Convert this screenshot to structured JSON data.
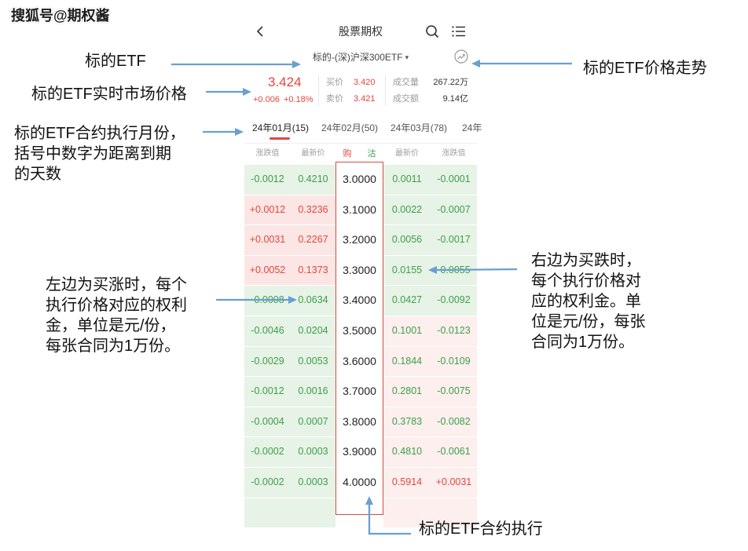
{
  "watermark": "搜狐号@期权酱",
  "header": {
    "back_icon": "chevron-left-icon",
    "title": "股票期权",
    "search_icon": "search-icon",
    "menu_icon": "list-icon"
  },
  "underlying": {
    "selector_label": "标的-(深)沪深300ETF",
    "dropdown_glyph": "▾",
    "trend_icon": "trend-chart-icon"
  },
  "quote": {
    "price": "3.424",
    "change": "+0.006",
    "change_pct": "+0.18%",
    "bid_label": "买价",
    "bid": "3.420",
    "ask_label": "卖价",
    "ask": "3.421",
    "volume_label": "成交量",
    "volume": "267.22万",
    "turnover_label": "成交额",
    "turnover": "9.14亿"
  },
  "months": [
    {
      "label": "24年01月(15)",
      "active": true
    },
    {
      "label": "24年02月(50)",
      "active": false
    },
    {
      "label": "24年03月(78)",
      "active": false
    },
    {
      "label": "24年",
      "active": false
    }
  ],
  "columns": {
    "call_change": "涨跌值",
    "call_last": "最新价",
    "call": "购",
    "put": "沽",
    "put_last": "最新价",
    "put_change": "涨跌值"
  },
  "rows": [
    {
      "call_change": "-0.0012",
      "call_last": "0.4210",
      "strike": "3.0000",
      "put_last": "0.0011",
      "put_change": "-0.0001",
      "call_bg": "#e6f3e6",
      "put_bg": "#e6f3e6"
    },
    {
      "call_change": "+0.0012",
      "call_last": "0.3236",
      "strike": "3.1000",
      "put_last": "0.0022",
      "put_change": "-0.0007",
      "call_bg": "#fbe6e5",
      "put_bg": "#e6f3e6"
    },
    {
      "call_change": "+0.0031",
      "call_last": "0.2267",
      "strike": "3.2000",
      "put_last": "0.0056",
      "put_change": "-0.0017",
      "call_bg": "#fbe6e5",
      "put_bg": "#e6f3e6"
    },
    {
      "call_change": "+0.0052",
      "call_last": "0.1373",
      "strike": "3.3000",
      "put_last": "0.0155",
      "put_change": "-0.0055",
      "call_bg": "#fbe6e5",
      "put_bg": "#e6f3e6"
    },
    {
      "call_change": "-0.0008",
      "call_last": "0.0634",
      "strike": "3.4000",
      "put_last": "0.0427",
      "put_change": "-0.0092",
      "call_bg": "#e6f3e6",
      "put_bg": "#e6f3e6"
    },
    {
      "call_change": "-0.0046",
      "call_last": "0.0204",
      "strike": "3.5000",
      "put_last": "0.1001",
      "put_change": "-0.0123",
      "call_bg": "#e6f3e6",
      "put_bg": "#fcefee"
    },
    {
      "call_change": "-0.0029",
      "call_last": "0.0053",
      "strike": "3.6000",
      "put_last": "0.1844",
      "put_change": "-0.0109",
      "call_bg": "#e6f3e6",
      "put_bg": "#fcefee"
    },
    {
      "call_change": "-0.0012",
      "call_last": "0.0016",
      "strike": "3.7000",
      "put_last": "0.2801",
      "put_change": "-0.0075",
      "call_bg": "#e6f3e6",
      "put_bg": "#fcefee"
    },
    {
      "call_change": "-0.0004",
      "call_last": "0.0007",
      "strike": "3.8000",
      "put_last": "0.3783",
      "put_change": "-0.0082",
      "call_bg": "#e6f3e6",
      "put_bg": "#fcefee"
    },
    {
      "call_change": "-0.0002",
      "call_last": "0.0003",
      "strike": "3.9000",
      "put_last": "0.4810",
      "put_change": "-0.0061",
      "call_bg": "#e6f3e6",
      "put_bg": "#fcefee"
    },
    {
      "call_change": "-0.0002",
      "call_last": "0.0003",
      "strike": "4.0000",
      "put_last": "0.5914",
      "put_change": "+0.0031",
      "call_bg": "#e6f3e6",
      "put_bg": "#fcefee"
    }
  ],
  "partial_row": {
    "call_bg": "#e6f3e6",
    "put_bg": "#fcefee"
  },
  "annotations": {
    "underlying_etf": "标的ETF",
    "realtime_price": "标的ETF实时市场价格",
    "expiry_month": [
      "标的ETF合约执行月份，",
      "括号中数字为距离到期",
      "的天数"
    ],
    "call_side": [
      "左边为买涨时，每个",
      "执行价格对应的权利",
      "金，单位是元/份，",
      "每张合同为1万份。"
    ],
    "price_trend": "标的ETF价格走势",
    "put_side": [
      "右边为买跌时，",
      "每个执行价格对",
      "应的权利金。单",
      "位是元/份，每张",
      "合同为1万份。"
    ],
    "strike": "标的ETF合约执行"
  },
  "colors": {
    "up": "#e4463c",
    "down": "#3f9d4a",
    "arrow": "#6b9fd0",
    "strike_box": "#d84a44"
  }
}
